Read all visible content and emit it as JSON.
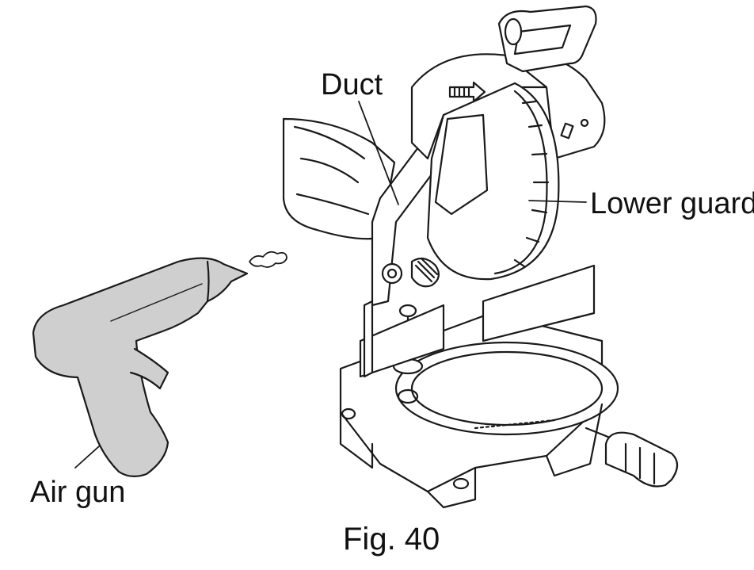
{
  "labels": {
    "duct": "Duct",
    "lower_guard": "Lower guard",
    "air_gun": "Air gun"
  },
  "caption": "Fig. 40",
  "colors": {
    "line": "#1a1a1a",
    "air_gun_fill": "#cfcfcf",
    "background": "#ffffff"
  }
}
